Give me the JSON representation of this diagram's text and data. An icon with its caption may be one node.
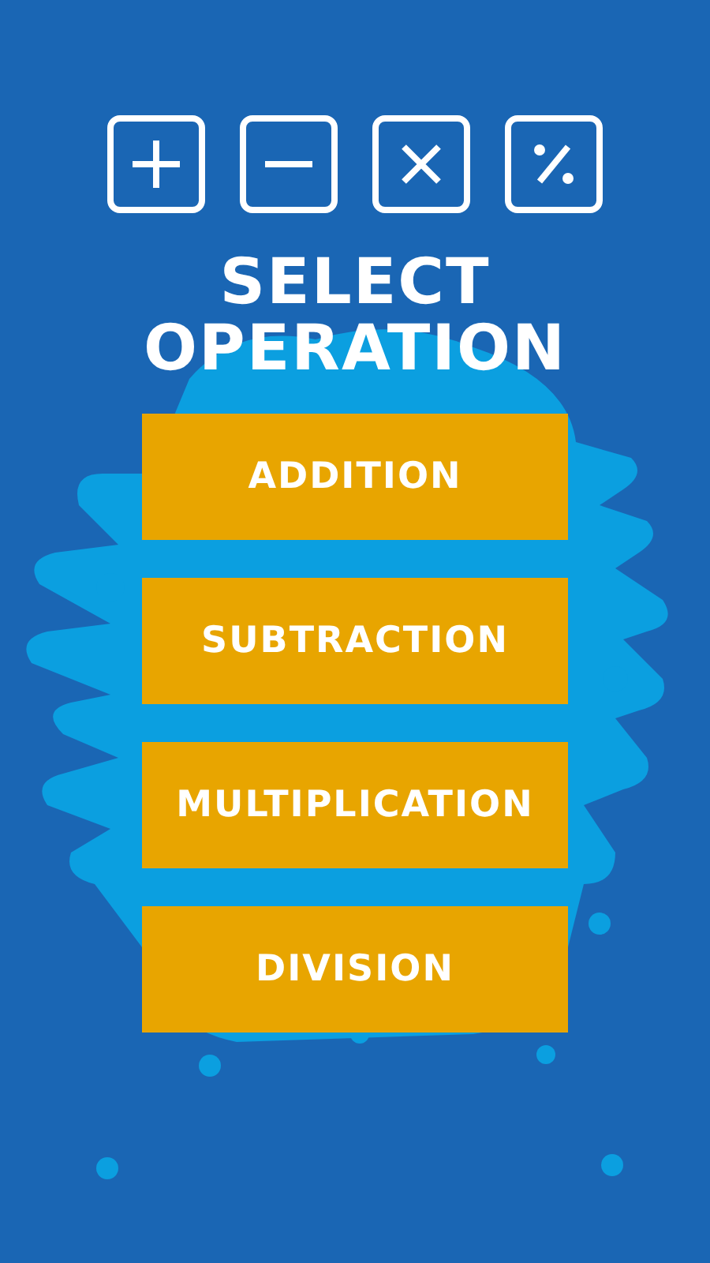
{
  "diagram": {
    "title": "SELECT OPERATION",
    "nodes": [
      {
        "text": [
          "ADDITION"
        ]
      },
      {
        "text": [
          "SUBTRACTION"
        ]
      },
      {
        "text": [
          "MULTIPLICATION"
        ]
      },
      {
        "text": [
          "DIVISION"
        ]
      }
    ]
  }
}
